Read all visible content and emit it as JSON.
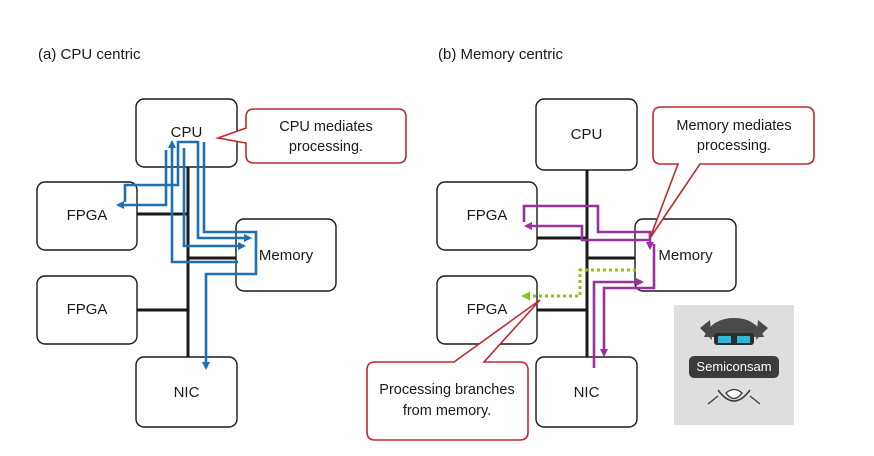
{
  "panel_a": {
    "title": "(a)  CPU centric",
    "cpu": "CPU",
    "fpga_1": "FPGA",
    "fpga_2": "FPGA",
    "memory": "Memory",
    "nic": "NIC",
    "callout_line1": "CPU mediates",
    "callout_line2": "processing."
  },
  "panel_b": {
    "title": "(b)  Memory centric",
    "cpu": "CPU",
    "fpga_1": "FPGA",
    "fpga_2": "FPGA",
    "memory": "Memory",
    "nic": "NIC",
    "callout_top_line1": "Memory mediates",
    "callout_top_line2": "processing.",
    "callout_bottom_line1": "Processing branches",
    "callout_bottom_line2": "from memory."
  },
  "watermark": {
    "text": "Semiconsam"
  },
  "colors": {
    "cpu_path": "#1f6fb5",
    "memory_path": "#9b2f9b",
    "branch_path": "#8cc21c",
    "callout_border": "#c0282f"
  }
}
